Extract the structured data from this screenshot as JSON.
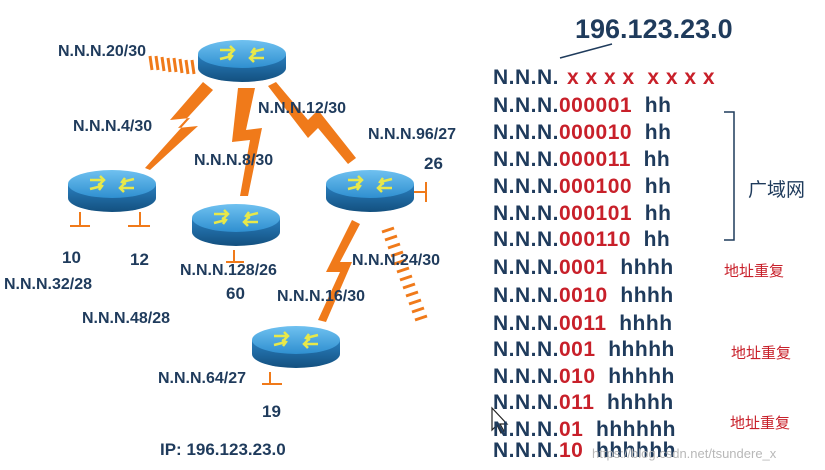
{
  "diagram": {
    "links": [
      {
        "label": "N.N.N.20/30"
      },
      {
        "label": "N.N.N.4/30"
      },
      {
        "label": "N.N.N.8/30"
      },
      {
        "label": "N.N.N.12/30"
      },
      {
        "label": "N.N.N.96/27"
      },
      {
        "label": "N.N.N.24/30"
      },
      {
        "label": "N.N.N.16/30"
      },
      {
        "label": "N.N.N.128/26"
      },
      {
        "label": "N.N.N.32/28"
      },
      {
        "label": "N.N.N.48/28"
      },
      {
        "label": "N.N.N.64/27"
      }
    ],
    "host_counts": [
      "10",
      "12",
      "26",
      "60",
      "19"
    ],
    "footer_ip": "IP: 196.123.23.0"
  },
  "addressing": {
    "network": "196.123.23.0",
    "header_prefix": "N.N.N.",
    "header_bits": "x x x x  x x x x",
    "rows": [
      {
        "prefix": "N.N.N.",
        "bits": "000001",
        "hosts": "  hh"
      },
      {
        "prefix": "N.N.N.",
        "bits": "000010",
        "hosts": "  hh"
      },
      {
        "prefix": "N.N.N.",
        "bits": "000011",
        "hosts": "  hh"
      },
      {
        "prefix": "N.N.N.",
        "bits": "000100",
        "hosts": "  hh"
      },
      {
        "prefix": "N.N.N.",
        "bits": "000101",
        "hosts": "  hh"
      },
      {
        "prefix": "N.N.N.",
        "bits": "000110",
        "hosts": "  hh"
      },
      {
        "prefix": "N.N.N.",
        "bits": "0001",
        "hosts": "  hhhh"
      },
      {
        "prefix": "N.N.N.",
        "bits": "0010",
        "hosts": "  hhhh"
      },
      {
        "prefix": "N.N.N.",
        "bits": "0011",
        "hosts": "  hhhh"
      },
      {
        "prefix": "N.N.N.",
        "bits": "001",
        "hosts": "  hhhhh"
      },
      {
        "prefix": "N.N.N.",
        "bits": "010",
        "hosts": "  hhhhh"
      },
      {
        "prefix": "N.N.N.",
        "bits": "011",
        "hosts": "  hhhhh"
      },
      {
        "prefix": "N.N.N.",
        "bits": "01",
        "hosts": "  hhhhhh"
      },
      {
        "prefix": "N.N.N.",
        "bits": "10",
        "hosts": "  hhhhhh"
      }
    ],
    "wan_label": "广域网",
    "notes": [
      "地址重复",
      "地址重复",
      "地址重复"
    ]
  },
  "watermark": "https://blog.csdn.net/tsundere_x",
  "colors": {
    "router": "#2f8fd0",
    "link": "#f07a1a",
    "text": "#1f3b5c",
    "accent_red": "#c8202a"
  }
}
